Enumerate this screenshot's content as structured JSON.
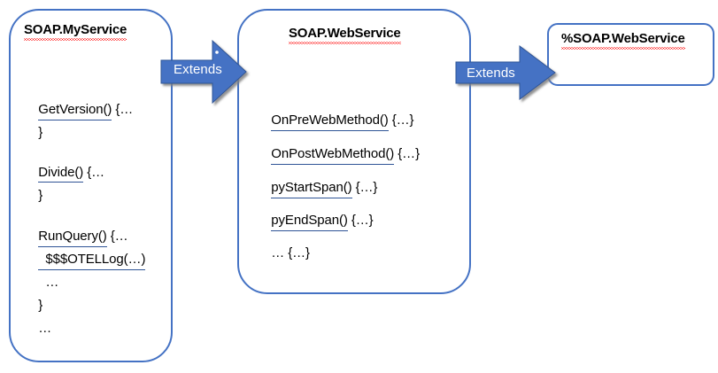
{
  "diagram": {
    "title": "ObjectScript SOAP web service class inheritance chain",
    "accent_color": "#4472C4",
    "arrow_color": "#4472C4",
    "box_border_color": "#4472C4",
    "spellcheck_underline_color": "#FF0000",
    "grammar_underline_color": "#2F5496",
    "text_color": "#000000"
  },
  "boxes": {
    "myservice": {
      "title": "SOAP.MyService",
      "members": [
        {
          "text": "GetVersion()",
          "suffix": " {…"
        },
        {
          "text": "}",
          "suffix": ""
        },
        {
          "text": "Divide()",
          "suffix": " {…"
        },
        {
          "text": "}",
          "suffix": ""
        },
        {
          "text": "RunQuery()",
          "suffix": " {…"
        },
        {
          "text": "  $$$OTELLog(…)",
          "suffix": ""
        },
        {
          "text": "  …",
          "suffix": ""
        },
        {
          "text": "}",
          "suffix": ""
        },
        {
          "text": "…",
          "suffix": ""
        }
      ]
    },
    "webservice": {
      "title": "SOAP.WebService",
      "members": [
        {
          "text": "OnPreWebMethod()",
          "suffix": " {…}"
        },
        {
          "text": "OnPostWebMethod()",
          "suffix": " {…}"
        },
        {
          "text": "pyStartSpan()",
          "suffix": " {…}"
        },
        {
          "text": "pyEndSpan()",
          "suffix": " {…}"
        },
        {
          "text": "… {…}",
          "suffix": ""
        }
      ]
    },
    "percent_webservice": {
      "title": "%SOAP.WebService",
      "members": []
    }
  },
  "arrows": [
    {
      "label": "Extends",
      "from": "myservice",
      "to": "webservice"
    },
    {
      "label": "Extends",
      "from": "webservice",
      "to": "percent_webservice"
    }
  ]
}
